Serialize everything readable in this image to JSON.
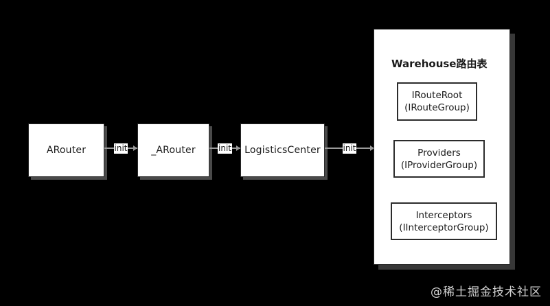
{
  "diagram": {
    "background_color": "#000000",
    "node_fill": "#ffffff",
    "node_border": "#2b2b2b",
    "shadow_color": "#4a4a4a",
    "connector_color": "#9a9a9a",
    "nodes": [
      {
        "id": "arouter",
        "label": "ARouter"
      },
      {
        "id": "_arouter",
        "label": "_ARouter"
      },
      {
        "id": "logisticscenter",
        "label": "LogisticsCenter"
      }
    ],
    "connectors": [
      {
        "id": "conn-1",
        "label": "init"
      },
      {
        "id": "conn-2",
        "label": "init"
      },
      {
        "id": "conn-3",
        "label": "init"
      }
    ],
    "panel": {
      "title": "Warehouse路由表",
      "items": [
        {
          "id": "irouteroot",
          "line1": "IRouteRoot",
          "line2": "(IRouteGroup)"
        },
        {
          "id": "providers",
          "line1": "Providers",
          "line2": "(IProviderGroup)"
        },
        {
          "id": "interceptors",
          "line1": "Interceptors",
          "line2": "(IInterceptorGroup)"
        }
      ]
    }
  },
  "watermark": {
    "text": "@稀土掘金技术社区",
    "color": "#e8e8e8"
  }
}
